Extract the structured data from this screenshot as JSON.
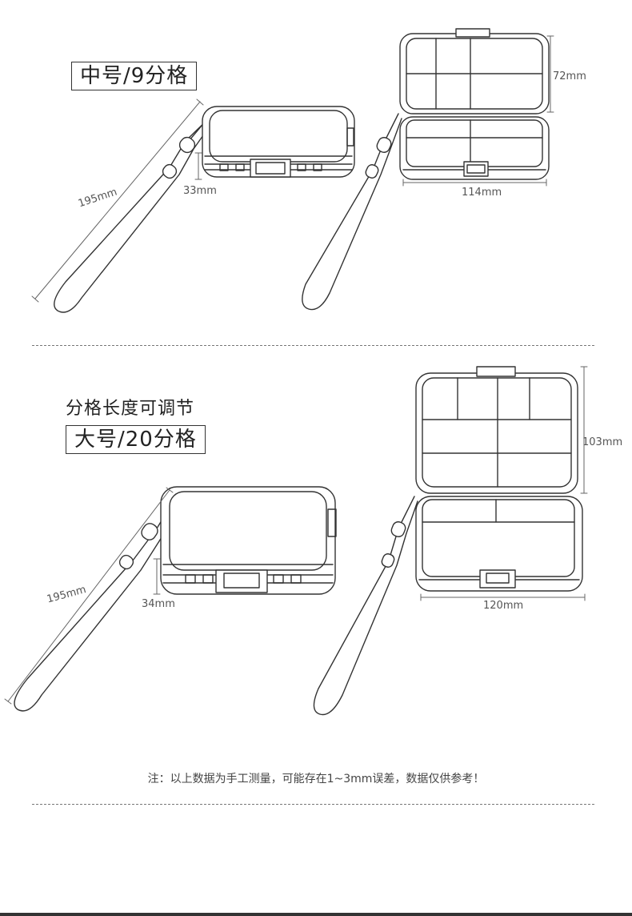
{
  "sections": [
    {
      "size_label": "中号/9分格",
      "strap_length": "195mm",
      "height": "33mm",
      "depth": "72mm",
      "width": "114mm"
    },
    {
      "heading": "分格长度可调节",
      "size_label": "大号/20分格",
      "strap_length": "195mm",
      "height": "34mm",
      "depth": "103mm",
      "width": "120mm"
    }
  ],
  "note": "注：以上数据为手工测量，可能存在1~3mm误差，数据仅供参考！",
  "colors": {
    "line": "#333333",
    "dim_line": "#666666",
    "text": "#222222",
    "fill": "#ffffff"
  }
}
